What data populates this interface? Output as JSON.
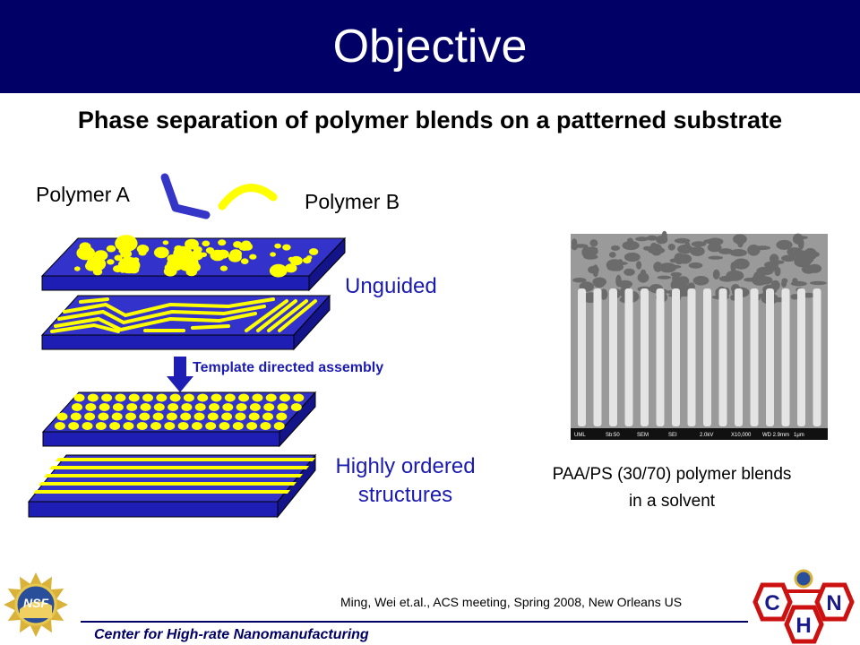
{
  "slide": {
    "title": "Objective",
    "subtitle": "Phase separation of polymer blends on a patterned substrate"
  },
  "diagram": {
    "polymer_a_label": "Polymer A",
    "polymer_b_label": "Polymer B",
    "unguided_label": "Unguided",
    "arrow_label": "Template directed assembly",
    "ordered_label_line1": "Highly ordered",
    "ordered_label_line2": "structures"
  },
  "micrograph": {
    "caption_line1": "PAA/PS (30/70) polymer blends",
    "caption_line2": "in a solvent",
    "info_bar": [
      "UML",
      "Sb:50",
      "SEM",
      "SEI",
      "2.0kV",
      "X10,000",
      "WD 2.9mm",
      "1μm"
    ]
  },
  "footer": {
    "citation": "Ming, Wei et.al., ACS meeting, Spring 2008, New Orleans US",
    "org": "Center for High-rate Nanomanufacturing",
    "chn_letters": [
      "C",
      "H",
      "N"
    ]
  },
  "colors": {
    "banner": "#000066",
    "slab_top": "#3333cc",
    "slab_front": "#1e1eb4",
    "polymer_a": "#3535c8",
    "polymer_b": "#ffff00",
    "label_blue": "#1b1bb0",
    "chn_red": "#cc1111"
  }
}
